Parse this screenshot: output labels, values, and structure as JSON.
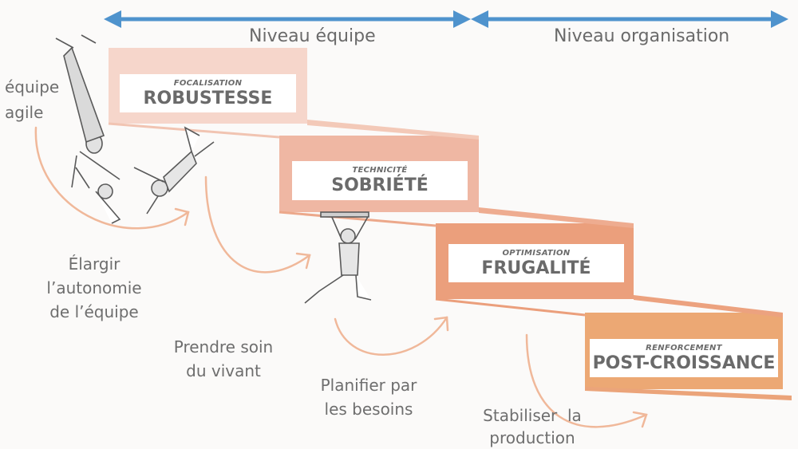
{
  "levels": {
    "team": "Niveau équipe",
    "organisation": "Niveau organisation"
  },
  "start_label": [
    "équipe",
    "agile"
  ],
  "steps": [
    {
      "sub": "FOCALISATION",
      "main": "ROBUSTESSE",
      "color": "#f6d6cb"
    },
    {
      "sub": "TECHNICITÉ",
      "main": "SOBRIÉTÉ",
      "color": "#efb7a3"
    },
    {
      "sub": "OPTIMISATION",
      "main": "FRUGALITÉ",
      "color": "#eb9f7c"
    },
    {
      "sub": "RENFORCEMENT",
      "main": "POST-CROISSANCE",
      "color": "#eca874"
    }
  ],
  "transitions": [
    [
      "Élargir",
      "l’autonomie",
      "de l’équipe"
    ],
    [
      "Prendre soin",
      "du vivant"
    ],
    [
      "Planifier par",
      "les besoins"
    ],
    [
      "Stabiliser  la",
      "production"
    ]
  ],
  "colors": {
    "arrow": "#4f93cd",
    "curve": "#f0b89a",
    "text": "#6e6e6e"
  }
}
